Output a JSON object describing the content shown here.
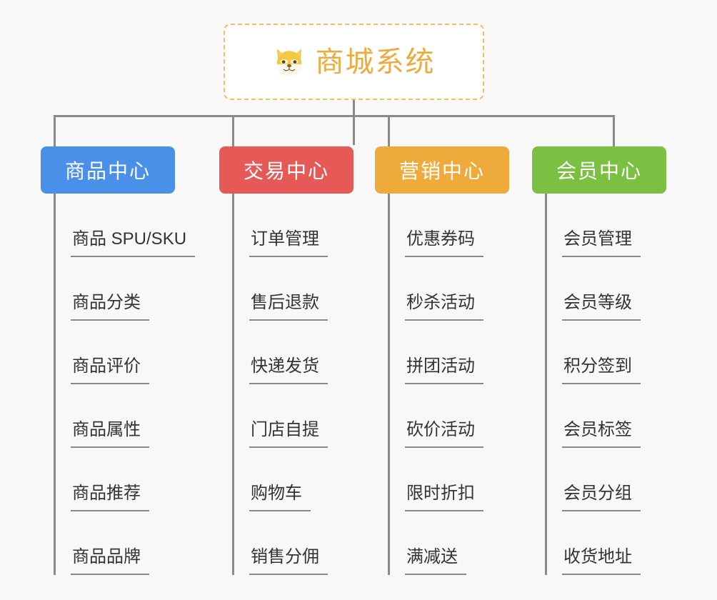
{
  "page": {
    "background": "#f8f8f8",
    "connector_color": "#8a8a8a"
  },
  "root": {
    "title": "商城系统",
    "icon": "dog-face-icon",
    "border_color": "#f0bf5e",
    "text_color": "#ecab3f",
    "background": "#ffffff"
  },
  "branches": [
    {
      "label": "商品中心",
      "color": "#4a90e8",
      "items": [
        "商品 SPU/SKU",
        "商品分类",
        "商品评价",
        "商品属性",
        "商品推荐",
        "商品品牌"
      ]
    },
    {
      "label": "交易中心",
      "color": "#e55a57",
      "items": [
        "订单管理",
        "售后退款",
        "快递发货",
        "门店自提",
        "购物车",
        "销售分佣"
      ]
    },
    {
      "label": "营销中心",
      "color": "#eeab3c",
      "items": [
        "优惠券码",
        "秒杀活动",
        "拼团活动",
        "砍价活动",
        "限时折扣",
        "满减送"
      ]
    },
    {
      "label": "会员中心",
      "color": "#7cc043",
      "items": [
        "会员管理",
        "会员等级",
        "积分签到",
        "会员标签",
        "会员分组",
        "收货地址"
      ]
    }
  ]
}
